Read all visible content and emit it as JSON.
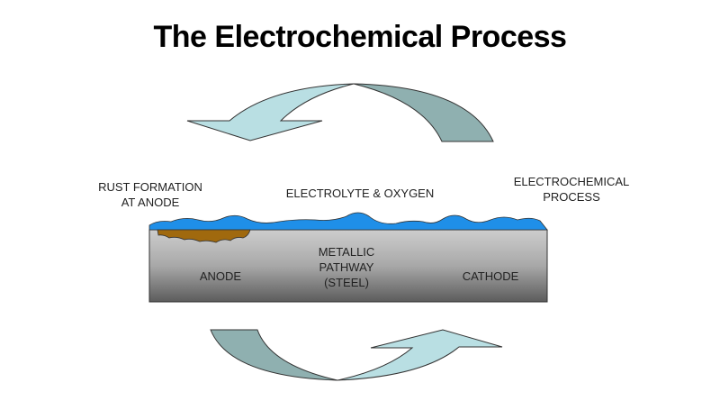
{
  "title": "The Electrochemical Process",
  "labels": {
    "rust_formation": [
      "RUST FORMATION",
      "AT ANODE"
    ],
    "electrolyte": "ELECTROLYTE & OXYGEN",
    "electrochemical_process": [
      "ELECTROCHEMICAL",
      "PROCESS"
    ],
    "anode": "ANODE",
    "metallic_pathway": [
      "METALLIC",
      "PATHWAY",
      "(STEEL)"
    ],
    "cathode": "CATHODE"
  },
  "colors": {
    "arrow_light": "#b9dfe3",
    "arrow_dark": "#8fb0b0",
    "electrolyte": "#1f8fe8",
    "rust": "#a0690e",
    "steel_top": "#c8c8c8",
    "steel_bottom": "#5a5a5a"
  }
}
